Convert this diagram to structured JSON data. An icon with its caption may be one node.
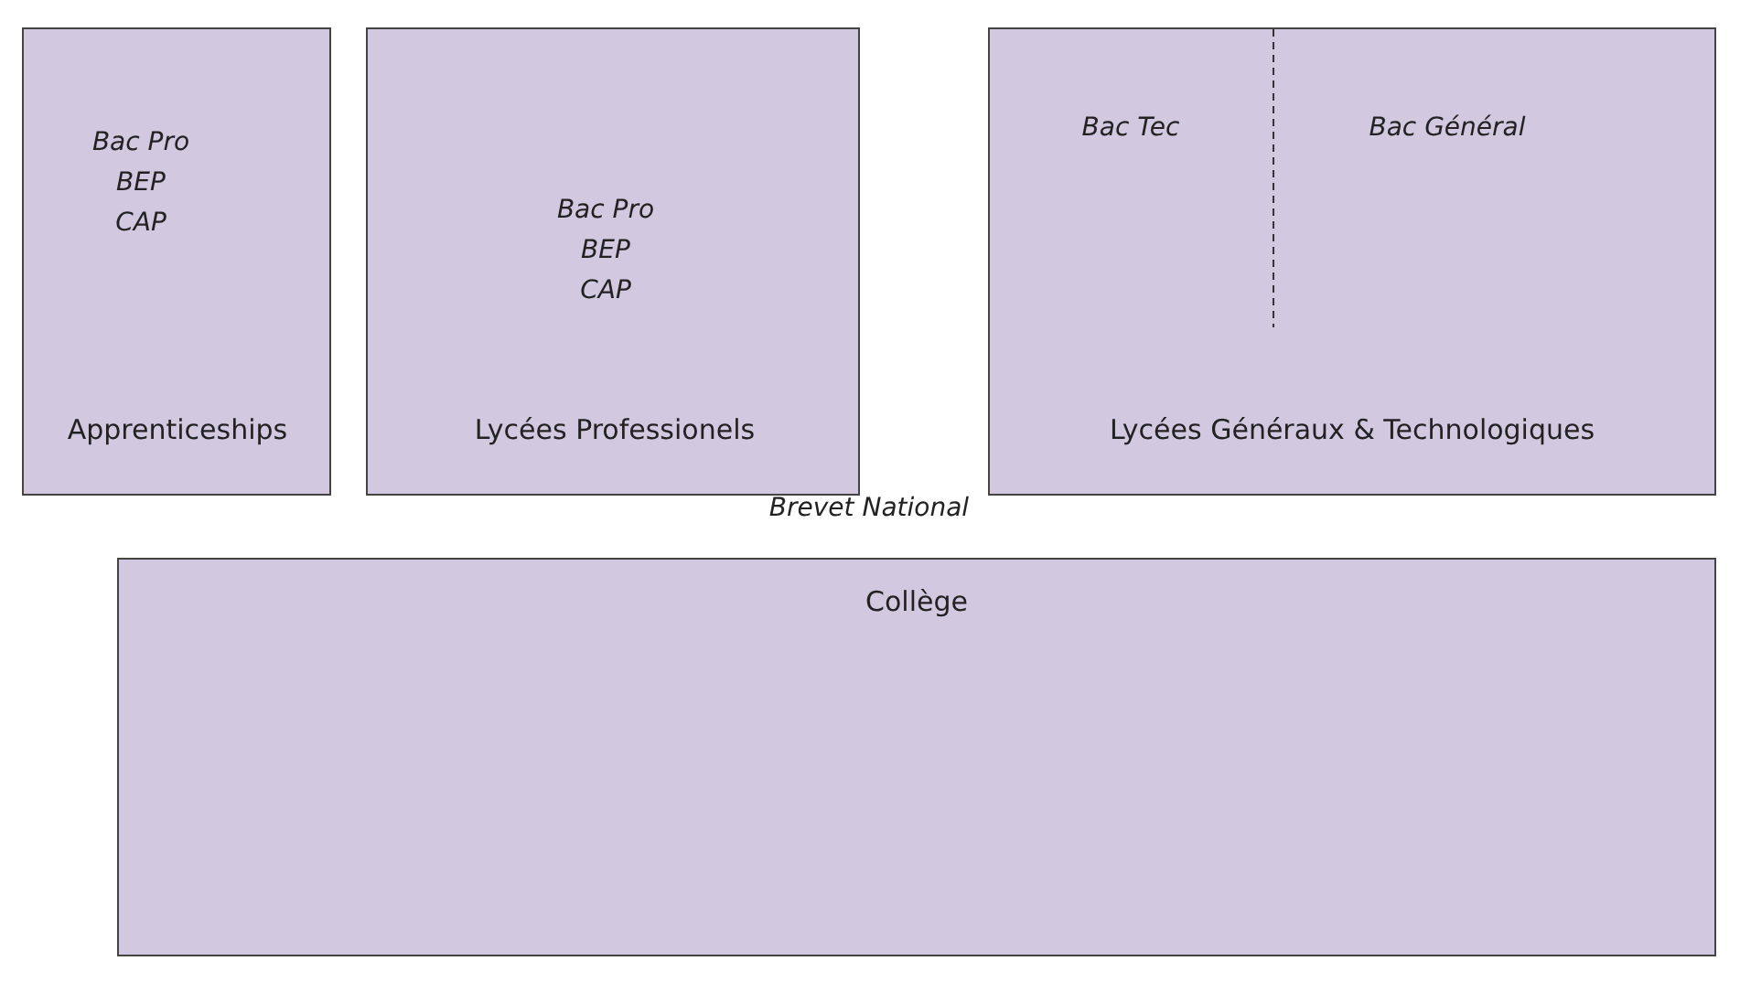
{
  "diagram": {
    "nodes": [
      {
        "text": [
          "Bac Pro",
          "BEP",
          "CAP",
          "Apprenticeships"
        ]
      },
      {
        "text": [
          "Bac Pro",
          "BEP",
          "CAP",
          "Lycées Professionels"
        ]
      },
      {
        "text": [
          "Bac Tec",
          "Bac Général",
          "Lycées Généraux & Technologiques"
        ]
      },
      {
        "text": [
          "Collège"
        ]
      }
    ],
    "labels": [
      "Brevet National"
    ]
  }
}
